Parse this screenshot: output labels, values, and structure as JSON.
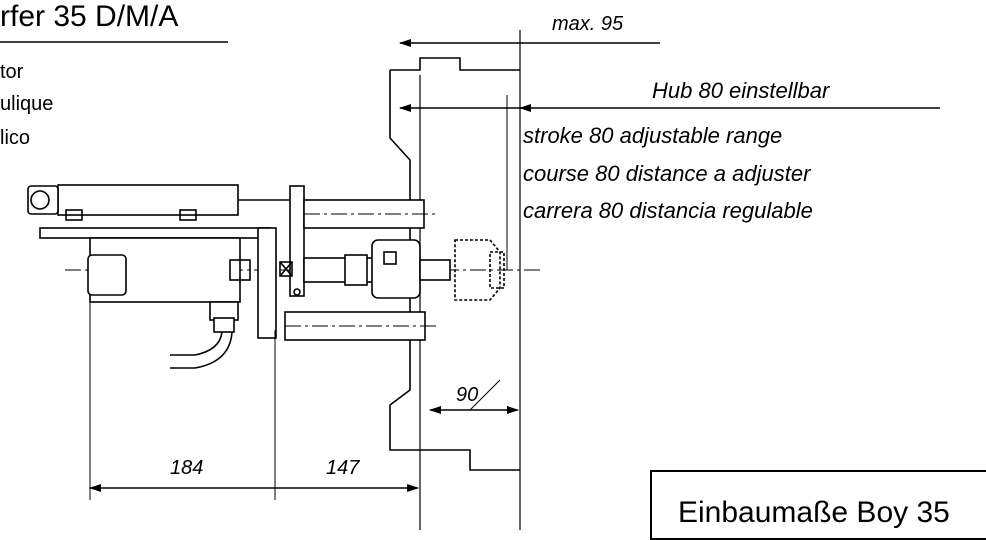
{
  "header": {
    "title": "rfer 35 D/M/A",
    "lines": [
      "tor",
      "ulique",
      "lico"
    ]
  },
  "dimensions": {
    "max": "max. 95",
    "stroke_de": "Hub 80 einstellbar",
    "stroke_en": "stroke  80 adjustable range",
    "stroke_fr": "course  80 distance a adjuster",
    "stroke_es": "carrera 80 distancia regulable",
    "d90": "90",
    "d184": "184",
    "d147": "147"
  },
  "titleblock": {
    "label": "Einbaumaße Boy 35"
  }
}
